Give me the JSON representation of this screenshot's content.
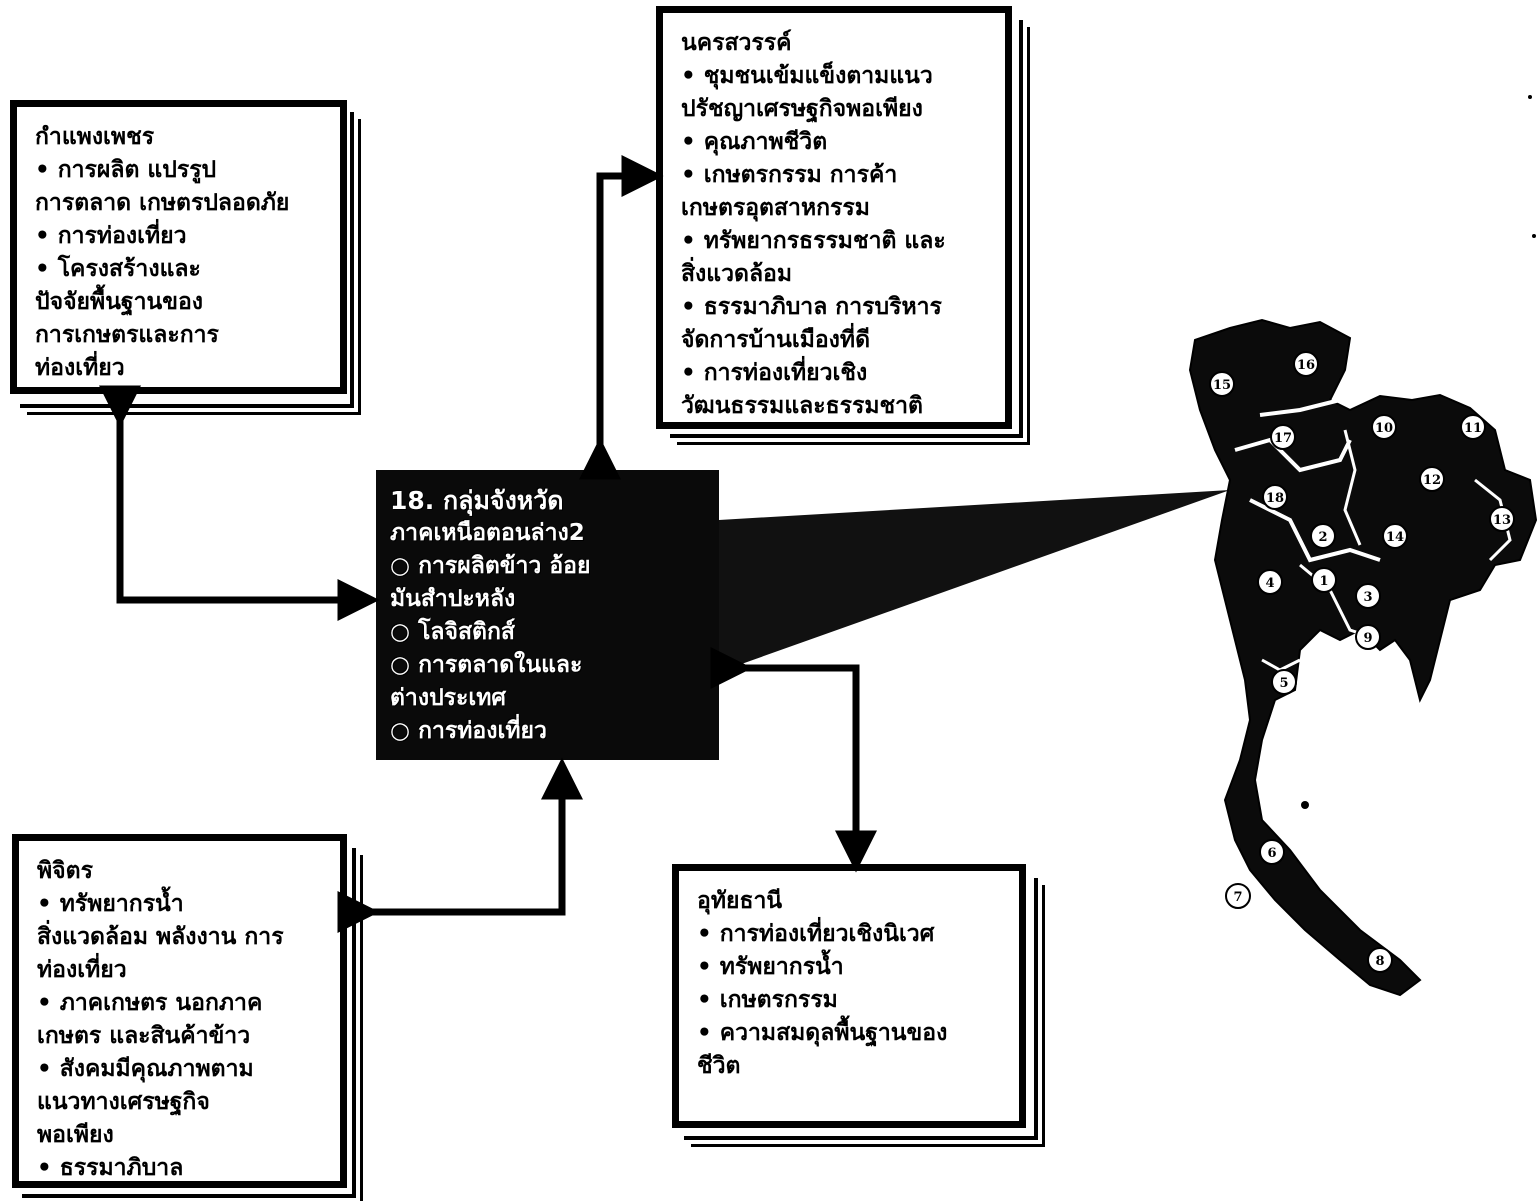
{
  "kamphaeng_phet": {
    "title": "กำแพงเพชร",
    "lines": [
      "• การผลิต แปรรูป",
      "การตลาด เกษตรปลอดภัย",
      "• การท่องเที่ยว",
      "• โครงสร้างและ",
      "ปัจจัยพื้นฐานของ",
      "การเกษตรและการ",
      "ท่องเที่ยว"
    ]
  },
  "nakhon_sawan": {
    "title": "นครสวรรค์",
    "lines": [
      "• ชุมชนเข้มแข็งตามแนว",
      "ปรัชญาเศรษฐกิจพอเพียง",
      "• คุณภาพชีวิต",
      "• เกษตรกรรม การค้า",
      "เกษตรอุตสาหกรรม",
      "• ทรัพยากรธรรมชาติ และ",
      "สิ่งแวดล้อม",
      "• ธรรมาภิบาล การบริหาร",
      "จัดการบ้านเมืองที่ดี",
      "• การท่องเที่ยวเชิง",
      "วัฒนธรรมและธรรมชาติ"
    ]
  },
  "center": {
    "title": "18. กลุ่มจังหวัด",
    "lines": [
      "ภาคเหนือตอนล่าง2",
      "○ การผลิตข้าว อ้อย",
      "มันสำปะหลัง",
      "○ โลจิสติกส์",
      "○ การตลาดในและ",
      "ต่างประเทศ",
      "○ การท่องเที่ยว"
    ]
  },
  "phichit": {
    "title": "พิจิตร",
    "lines": [
      "• ทรัพยากรน้ำ",
      "สิ่งแวดล้อม พลังงาน การ",
      "ท่องเที่ยว",
      "• ภาคเกษตร นอกภาค",
      "เกษตร และสินค้าข้าว",
      "• สังคมมีคุณภาพตาม",
      "แนวทางเศรษฐกิจ",
      "พอเพียง",
      "• ธรรมาภิบาล"
    ]
  },
  "uthai_thani": {
    "title": "อุทัยธานี",
    "lines": [
      "• การท่องเที่ยวเชิงนิเวศ",
      "• ทรัพยากรน้ำ",
      "• เกษตรกรรม",
      "• ความสมดุลพื้นฐานของ",
      "ชีวิต"
    ]
  },
  "map": {
    "labels": [
      "16",
      "15",
      "17",
      "10",
      "11",
      "12",
      "18",
      "2",
      "14",
      "13",
      "4",
      "1",
      "3",
      "9",
      "5",
      "6",
      "7",
      "8"
    ]
  },
  "colors": {
    "ink": "#000000",
    "paper": "#ffffff",
    "center_bg": "#0a0a0a"
  }
}
